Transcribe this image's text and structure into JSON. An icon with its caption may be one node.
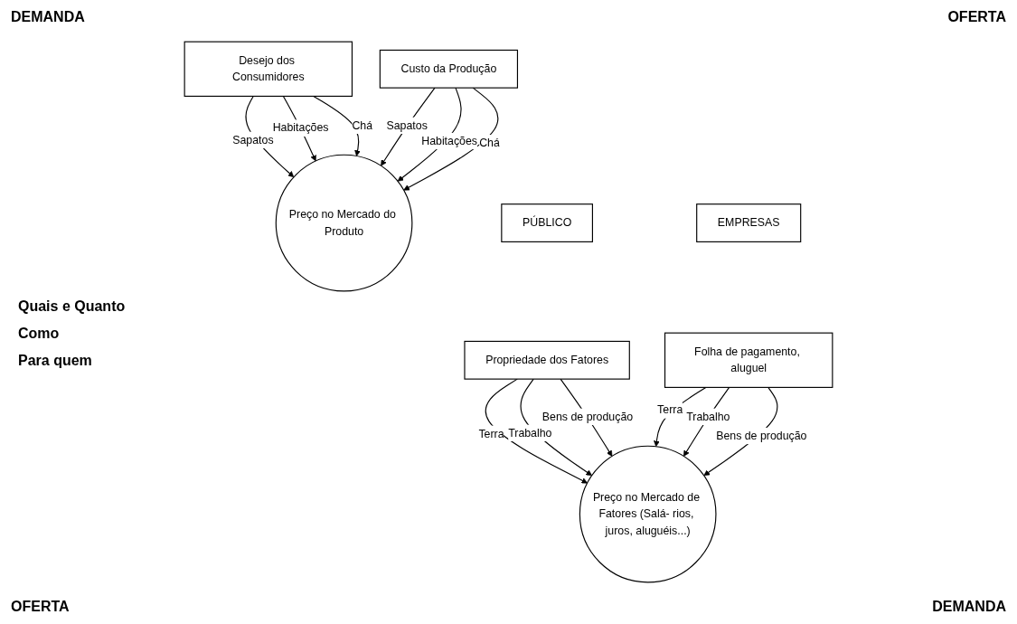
{
  "diagram": {
    "nodes": [
      {
        "text": [
          "Preço no Mercado do Produto"
        ]
      },
      {
        "text": [
          "Desejo dos Consumidores"
        ]
      },
      {
        "text": [
          "PÚBLICO"
        ]
      },
      {
        "text": [
          "Propriedade dos Fatores"
        ]
      },
      {
        "text": [
          "Custo da Produção"
        ]
      },
      {
        "text": [
          "EMPRESAS"
        ]
      },
      {
        "text": [
          "Folha de pagamento, aluguel"
        ]
      },
      {
        "text": [
          "Preço no Mercado de Fatores (Salá- rios, juros, aluguéis...)"
        ]
      }
    ],
    "edges": [
      {
        "from": 1,
        "to": 0,
        "arrow": "to",
        "label": "Sapatos"
      },
      {
        "from": 1,
        "to": 0,
        "arrow": "to",
        "label": "Habitações"
      },
      {
        "from": 1,
        "to": 0,
        "arrow": "to",
        "label": "Chá"
      },
      {
        "from": 4,
        "to": 0,
        "arrow": "to",
        "label": "Sapatos"
      },
      {
        "from": 4,
        "to": 0,
        "arrow": "to",
        "label": "Habitações"
      },
      {
        "from": 4,
        "to": 0,
        "arrow": "to",
        "label": "Chá"
      },
      {
        "from": 3,
        "to": 7,
        "arrow": "to",
        "label": "Terra"
      },
      {
        "from": 3,
        "to": 7,
        "arrow": "to",
        "label": "Trabalho"
      },
      {
        "from": 3,
        "to": 7,
        "arrow": "to",
        "label": "Bens de produção"
      },
      {
        "from": 6,
        "to": 7,
        "arrow": "to",
        "label": "Terra"
      },
      {
        "from": 6,
        "to": 7,
        "arrow": "to",
        "label": "Trabalho"
      },
      {
        "from": 6,
        "to": 7,
        "arrow": "to",
        "label": "Bens de produção"
      }
    ],
    "labels": [
      "DEMANDA",
      "OFERTA",
      "Quais e Quanto",
      "Como",
      "Para quem",
      "OFERTA",
      "DEMANDA"
    ]
  }
}
